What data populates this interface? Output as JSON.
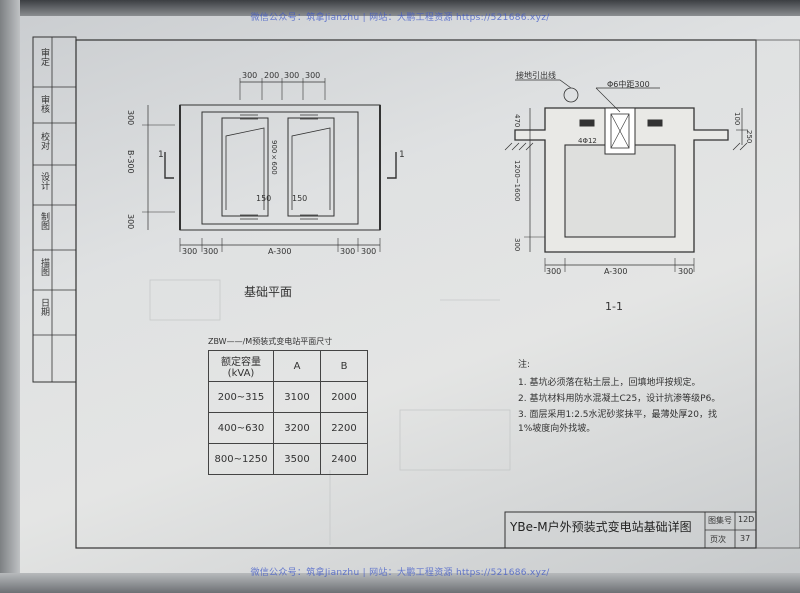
{
  "watermark_top": "微信公众号：筑拿Jianzhu  |  网站：大鹏工程资源 https://521686.xyz/",
  "watermark_bottom": "微信公众号：筑拿Jianzhu  |  网站：大鹏工程资源 https://521686.xyz/",
  "left_strip": [
    "审定",
    "审核",
    "校对",
    "设计",
    "制图",
    "描图",
    "日期"
  ],
  "plan": {
    "title": "基础平面",
    "dim_top": [
      "300",
      "200",
      "300",
      "300"
    ],
    "dim_left": [
      "300",
      "B-300",
      "300"
    ],
    "dim_bottom": [
      "300",
      "300",
      "A-300",
      "300",
      "300"
    ],
    "inner_dims": [
      "150",
      "150"
    ],
    "door_dim": "900×600",
    "section_mark": "1"
  },
  "section": {
    "title": "1-1",
    "labels": [
      "接地引出线",
      "Φ6中距300",
      "4Φ12"
    ],
    "dim_left": [
      "470",
      "1200~1600",
      "300"
    ],
    "dim_right": [
      "100",
      "250"
    ],
    "dim_bottom": [
      "300",
      "A-300",
      "300"
    ]
  },
  "table": {
    "caption": "ZBW——/M预装式变电站平面尺寸",
    "headers": [
      "额定容量 (kVA)",
      "A",
      "B"
    ],
    "rows": [
      [
        "200~315",
        "3100",
        "2000"
      ],
      [
        "400~630",
        "3200",
        "2200"
      ],
      [
        "800~1250",
        "3500",
        "2400"
      ]
    ]
  },
  "notes": {
    "title": "注:",
    "items": [
      "1. 基坑必须落在粘土层上，回填地坪按规定。",
      "2. 基坑材料用防水混凝土C25，设计抗渗等级P6。",
      "3. 面层采用1:2.5水泥砂浆抹平，最薄处厚20，找1%坡度向外找坡。"
    ]
  },
  "title_block": {
    "name": "YBe-M户外预装式变电站基础详图",
    "label1": "图集号",
    "value1": "12D",
    "label2": "页次",
    "value2": "37"
  }
}
